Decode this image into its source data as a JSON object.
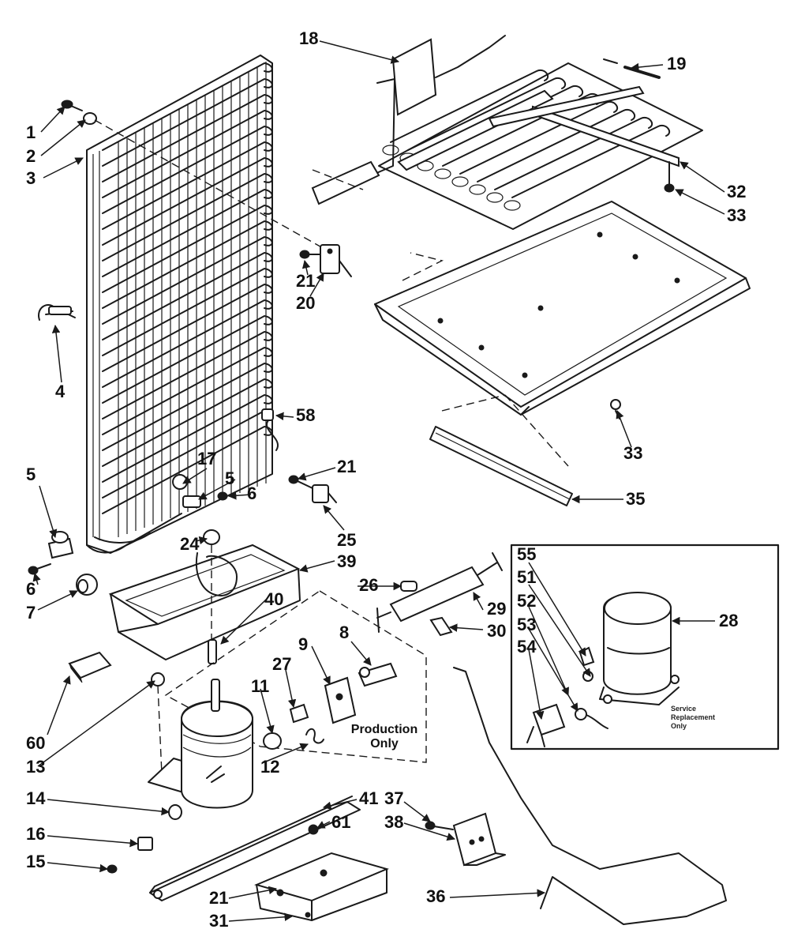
{
  "notes": {
    "production": [
      "Production",
      "Only"
    ],
    "service": [
      "Service",
      "Replacement",
      "Only"
    ]
  },
  "labels": [
    {
      "id": "1",
      "text": "1"
    },
    {
      "id": "2",
      "text": "2"
    },
    {
      "id": "3",
      "text": "3"
    },
    {
      "id": "4",
      "text": "4"
    },
    {
      "id": "5a",
      "text": "5"
    },
    {
      "id": "5b",
      "text": "5"
    },
    {
      "id": "6a",
      "text": "6"
    },
    {
      "id": "6b",
      "text": "6"
    },
    {
      "id": "7",
      "text": "7"
    },
    {
      "id": "8",
      "text": "8"
    },
    {
      "id": "9",
      "text": "9"
    },
    {
      "id": "11",
      "text": "11"
    },
    {
      "id": "12",
      "text": "12"
    },
    {
      "id": "13",
      "text": "13"
    },
    {
      "id": "14",
      "text": "14"
    },
    {
      "id": "15",
      "text": "15"
    },
    {
      "id": "16",
      "text": "16"
    },
    {
      "id": "17",
      "text": "17"
    },
    {
      "id": "18",
      "text": "18"
    },
    {
      "id": "19",
      "text": "19"
    },
    {
      "id": "20",
      "text": "20"
    },
    {
      "id": "21a",
      "text": "21"
    },
    {
      "id": "21b",
      "text": "21"
    },
    {
      "id": "21c",
      "text": "21"
    },
    {
      "id": "24",
      "text": "24"
    },
    {
      "id": "25",
      "text": "25"
    },
    {
      "id": "26",
      "text": "26"
    },
    {
      "id": "27",
      "text": "27"
    },
    {
      "id": "28",
      "text": "28"
    },
    {
      "id": "29",
      "text": "29"
    },
    {
      "id": "30",
      "text": "30"
    },
    {
      "id": "31",
      "text": "31"
    },
    {
      "id": "32",
      "text": "32"
    },
    {
      "id": "33a",
      "text": "33"
    },
    {
      "id": "33b",
      "text": "33"
    },
    {
      "id": "35",
      "text": "35"
    },
    {
      "id": "36",
      "text": "36"
    },
    {
      "id": "37",
      "text": "37"
    },
    {
      "id": "38",
      "text": "38"
    },
    {
      "id": "39",
      "text": "39"
    },
    {
      "id": "40",
      "text": "40"
    },
    {
      "id": "41",
      "text": "41"
    },
    {
      "id": "51",
      "text": "51"
    },
    {
      "id": "52",
      "text": "52"
    },
    {
      "id": "53",
      "text": "53"
    },
    {
      "id": "54",
      "text": "54"
    },
    {
      "id": "55",
      "text": "55"
    },
    {
      "id": "58",
      "text": "58"
    },
    {
      "id": "60",
      "text": "60"
    },
    {
      "id": "61",
      "text": "61"
    }
  ]
}
